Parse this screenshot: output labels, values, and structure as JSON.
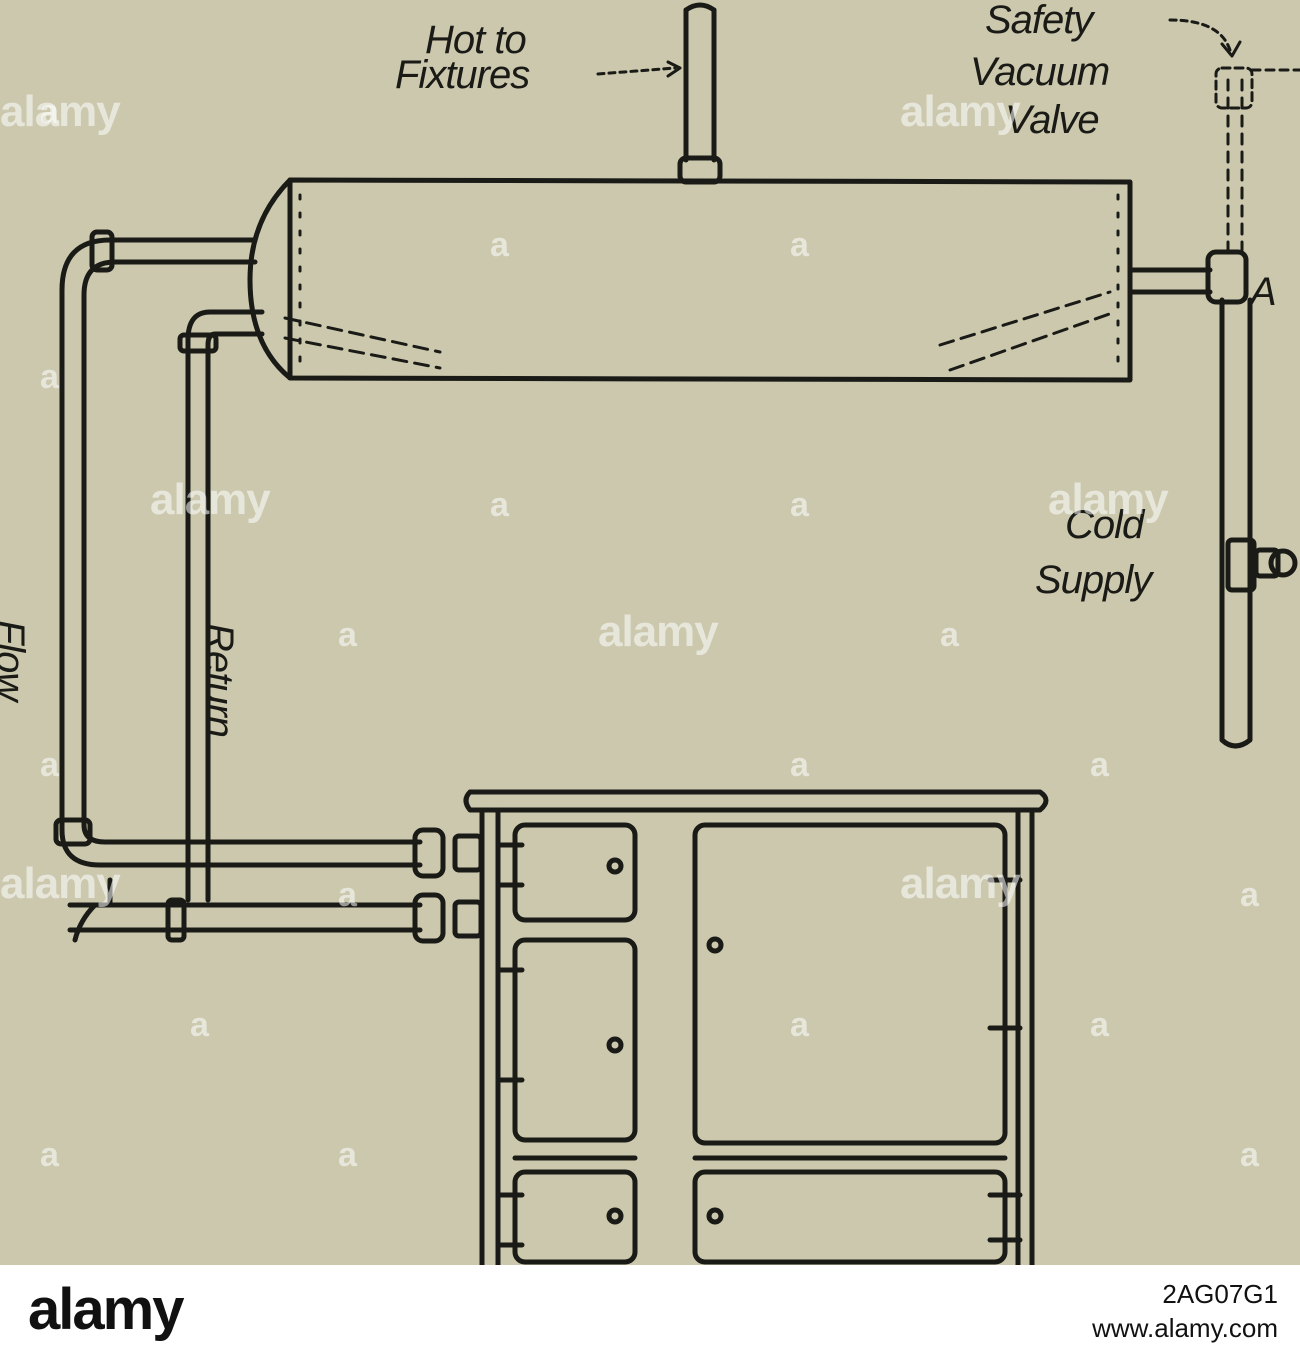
{
  "labels": {
    "hot_to_fixtures_line1": "Hot to",
    "hot_to_fixtures_line2": "Fixtures",
    "safety_line1": "Safety",
    "safety_line2": "Vacuum",
    "safety_line3": "Valve",
    "point_a": "A",
    "cold_line1": "Cold",
    "cold_line2": "Supply",
    "flow": "Flow",
    "return": "Return"
  },
  "watermark": {
    "text": "alamy",
    "mark": "a"
  },
  "footer": {
    "logo": "alamy",
    "image_id": "2AG07G1",
    "url": "www.alamy.com"
  },
  "colors": {
    "background": "#cbc8ad",
    "ink": "#1a1a16",
    "footer_bg": "#ffffff"
  }
}
